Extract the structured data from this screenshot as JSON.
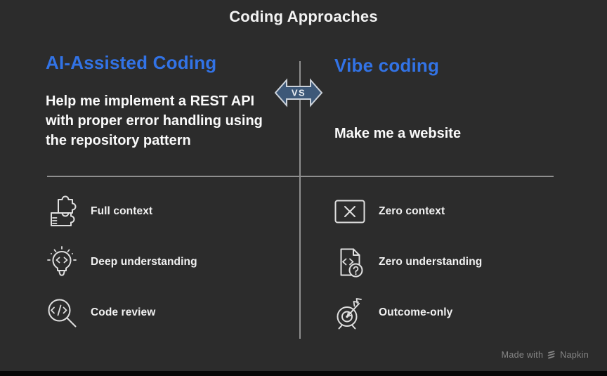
{
  "title": "Coding Approaches",
  "colors": {
    "background": "#2c2c2c",
    "accent_blue": "#3273e6",
    "text_primary": "#f2f2f2",
    "prompt_text": "#fafafa",
    "label_text": "#f1f1f1",
    "divider": "#8f8f8f",
    "badge_fill": "#3d5878",
    "badge_border": "#ccd2da",
    "badge_text": "#e9edf2",
    "icon": "#dfdfdf",
    "muted": "#868686",
    "bottom_bar": "#070707"
  },
  "vs_badge": {
    "label": "VS"
  },
  "left": {
    "heading": "AI-Assisted Coding",
    "prompt_lines": [
      "Help me implement a REST API",
      "with proper error handling using",
      "the repository pattern"
    ],
    "features": [
      {
        "icon": "puzzle-icon",
        "label": "Full context"
      },
      {
        "icon": "lightbulb-code-icon",
        "label": "Deep understanding"
      },
      {
        "icon": "magnifier-code-icon",
        "label": "Code review"
      }
    ]
  },
  "right": {
    "heading": "Vibe coding",
    "prompt_lines": [
      "Make me a website"
    ],
    "features": [
      {
        "icon": "x-box-icon",
        "label": "Zero context"
      },
      {
        "icon": "file-code-question-icon",
        "label": "Zero understanding"
      },
      {
        "icon": "target-dart-icon",
        "label": "Outcome-only"
      }
    ]
  },
  "footer": {
    "made_with": "Made with",
    "brand": "Napkin"
  }
}
